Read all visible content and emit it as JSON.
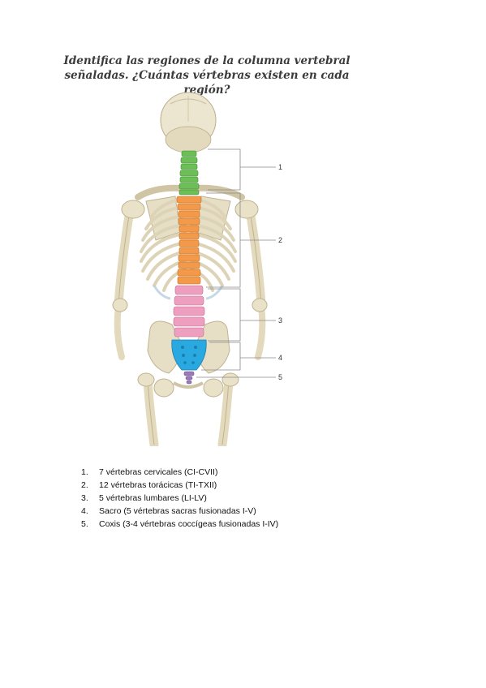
{
  "question": {
    "line1": "Identifica las regiones de la columna vertebral",
    "line2": "señaladas. ¿Cuántas vértebras existen en cada región?"
  },
  "figure": {
    "labels": [
      "1",
      "2",
      "3",
      "4",
      "5"
    ],
    "colors": {
      "bone": "#e9e1c8",
      "bone_shadow": "#cfc4a3",
      "cervical": "#6cbf57",
      "thoracic": "#f39a4a",
      "lumbar": "#ee9fc0",
      "sacrum": "#2aa8e0",
      "coccyx": "#9a7ab8",
      "leader_line": "#8a8a8a"
    }
  },
  "answers": [
    {
      "num": "1.",
      "text": "7 vértebras cervicales (CI-CVII)"
    },
    {
      "num": "2.",
      "text": "12 vértebras torácicas (TI-TXII)"
    },
    {
      "num": "3.",
      "text": "5 vértebras lumbares (LI-LV)"
    },
    {
      "num": "4.",
      "text": "Sacro (5 vértebras sacras fusionadas I-V)"
    },
    {
      "num": "5.",
      "text": "Coxis (3-4 vértebras coccígeas fusionadas I-IV)"
    }
  ]
}
